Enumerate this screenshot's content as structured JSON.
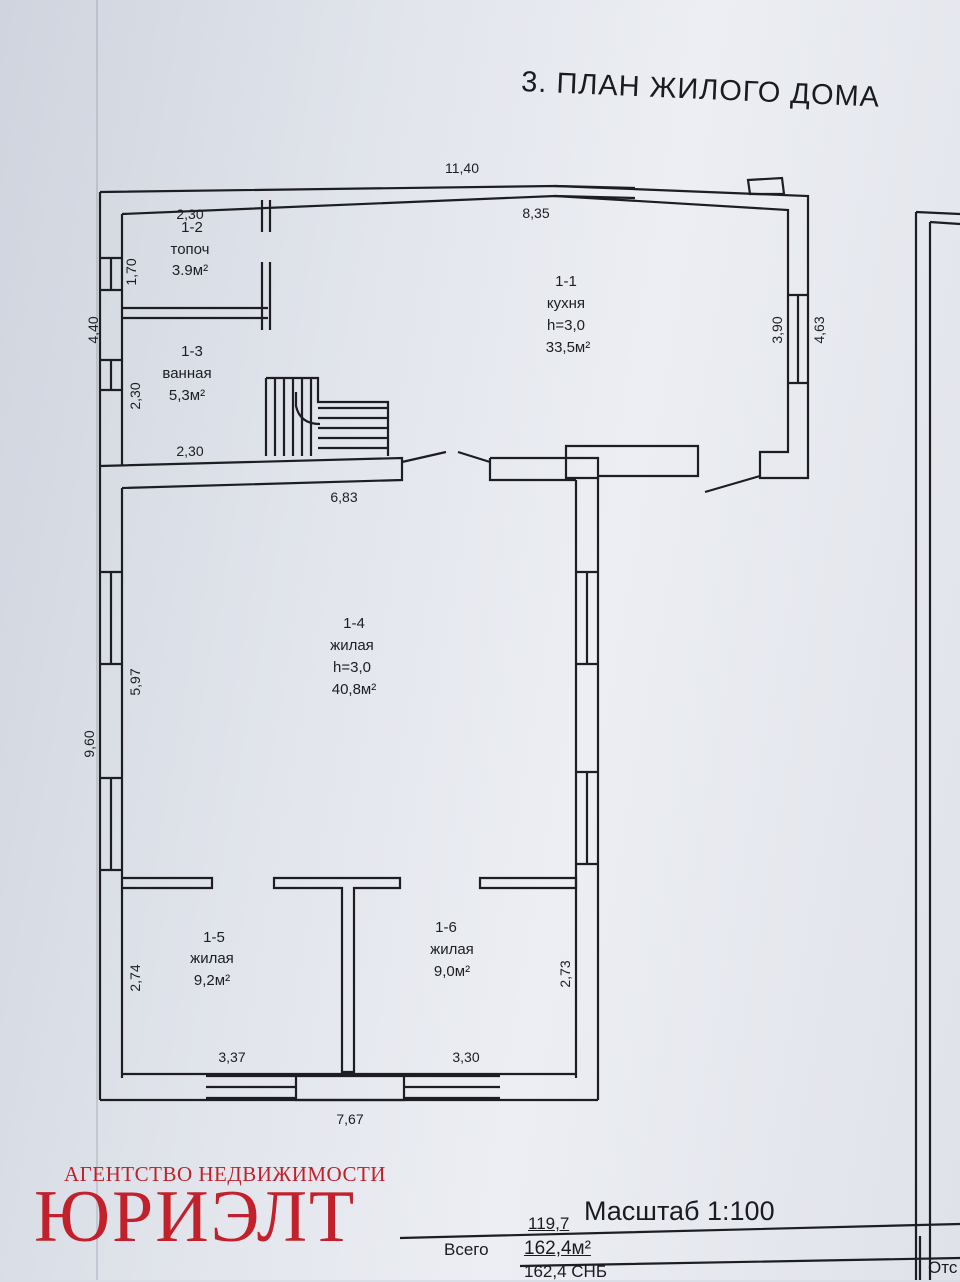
{
  "title": "3. ПЛАН ЖИЛОГО ДОМА",
  "dimensions": {
    "total_width": "11,40",
    "kitchen_width": "8,35",
    "room12_width": "2,30",
    "room12_height": "1,70",
    "left_upper_height": "4,40",
    "room13_height": "2,30",
    "room13_width": "2,30",
    "kitchen_inner_height": "3,90",
    "kitchen_outer_height": "4,63",
    "room14_width": "6,83",
    "room14_height": "5,97",
    "left_lower_height": "9,60",
    "room15_height": "2,74",
    "room16_height": "2,73",
    "room15_width": "3,37",
    "room16_width": "3,30",
    "bottom_width": "7,67"
  },
  "rooms": {
    "r11": {
      "id": "1-1",
      "name": "кухня",
      "height": "h=3,0",
      "area": "33,5м²"
    },
    "r12": {
      "id": "1-2",
      "name": "топоч",
      "area": "3.9м²"
    },
    "r13": {
      "id": "1-3",
      "name": "ванная",
      "area": "5,3м²"
    },
    "r14": {
      "id": "1-4",
      "name": "жилая",
      "height": "h=3,0",
      "area": "40,8м²"
    },
    "r15": {
      "id": "1-5",
      "name": "жилая",
      "area": "9,2м²"
    },
    "r16": {
      "id": "1-6",
      "name": "жилая",
      "area": "9,0м²"
    }
  },
  "footer": {
    "scale": "Масштаб 1:100",
    "total_label": "Всего",
    "total_small": "119,7",
    "total_area": "162,4м²",
    "total_snb": "162,4 СНБ",
    "cut_text": "Отс"
  },
  "brand": {
    "subtitle": "АГЕНТСТВО НЕДВИЖИМОСТИ",
    "name": "ЮРИЭЛТ",
    "color": "#c2212b"
  }
}
